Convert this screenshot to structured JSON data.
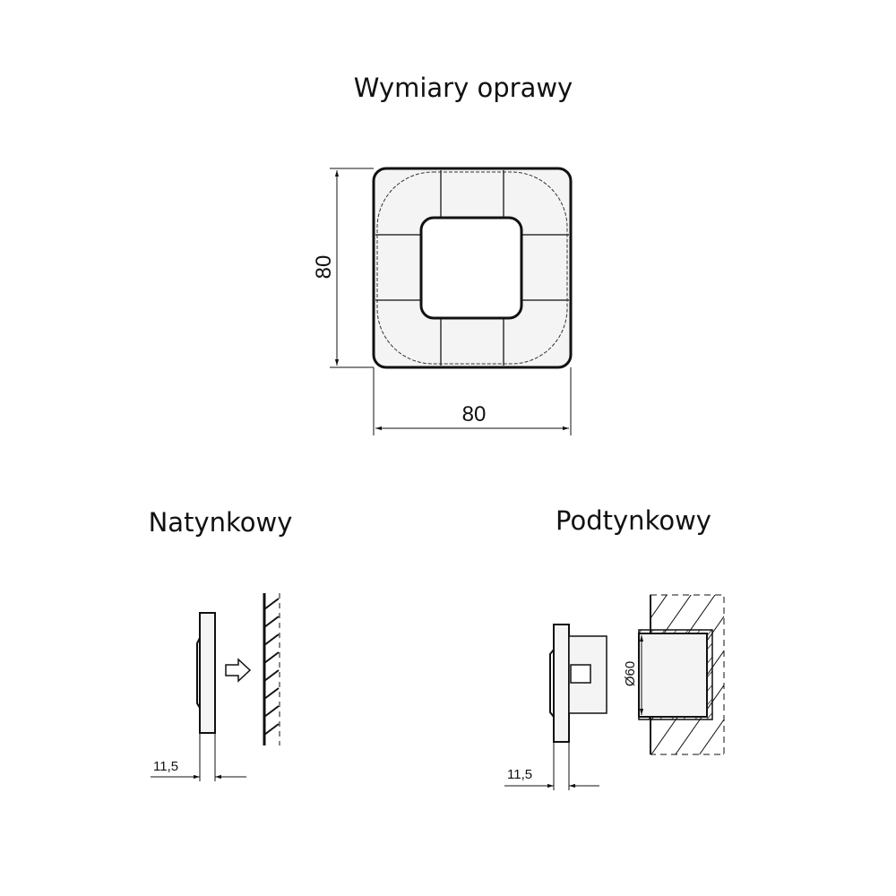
{
  "title": "Wymiary oprawy",
  "top_view": {
    "width_label": "80",
    "height_label": "80"
  },
  "surface_mounted": {
    "label": "Natynkowy",
    "depth_label": "11,5"
  },
  "flush_mounted": {
    "label": "Podtynkowy",
    "depth_label": "11,5",
    "diameter_label": "Ø60"
  },
  "colors": {
    "line": "#111111",
    "fill": "#f4f4f4"
  }
}
